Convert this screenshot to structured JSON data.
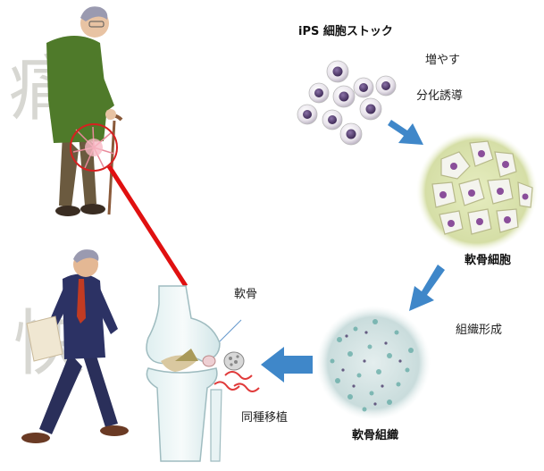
{
  "labels": {
    "ips_stock": "iPS 細胞ストック",
    "multiply": "増やす",
    "differentiate": "分化誘導",
    "chondrocyte": "軟骨細胞",
    "tissue_formation": "組織形成",
    "cartilage_tissue": "軟骨組織",
    "cartilage": "軟骨",
    "allograft": "同種移植"
  },
  "background_chars": {
    "top": "痛",
    "bottom": "快"
  },
  "colors": {
    "arrow": "#3f87c9",
    "red_line": "#e01010",
    "cell_nucleus": "#5a3f7a",
    "chondro_bg": "#dfe7b5",
    "tissue_bg": "#cfe0e3"
  }
}
